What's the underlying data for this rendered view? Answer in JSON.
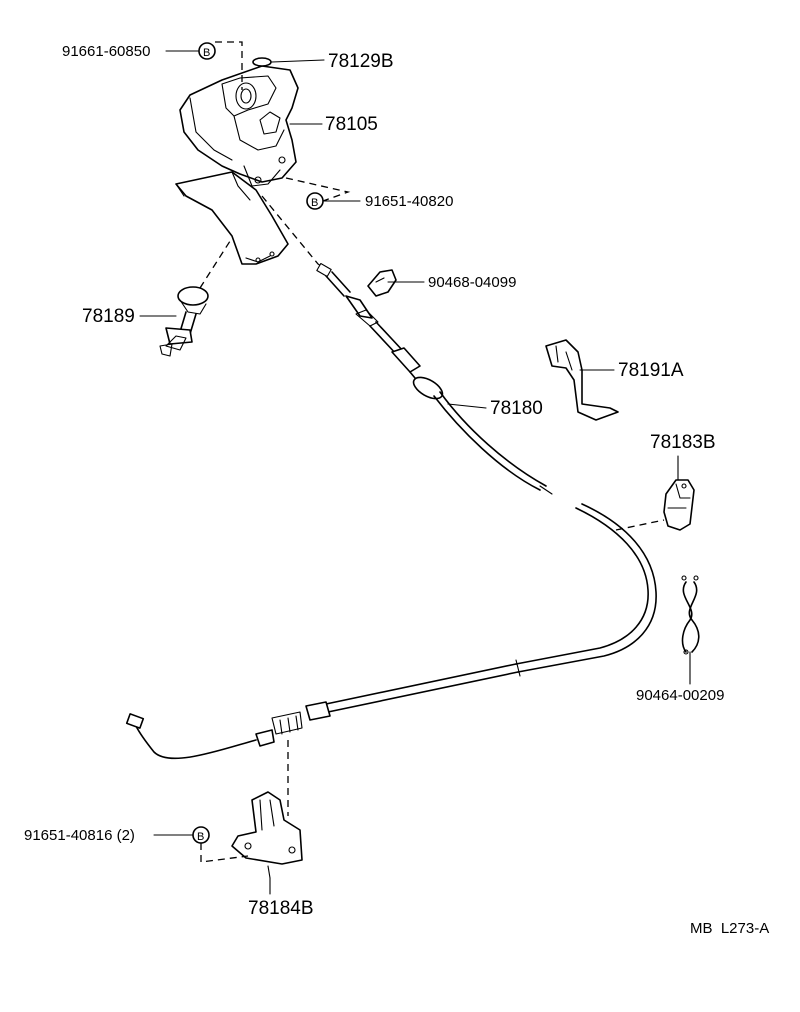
{
  "diagram": {
    "part_labels": {
      "p91661_60850": "91661-60850",
      "p78129B": "78129B",
      "p78105": "78105",
      "p91651_40820": "91651-40820",
      "p90468_04099": "90468-04099",
      "p78189": "78189",
      "p78191A": "78191A",
      "p78180": "78180",
      "p78183B": "78183B",
      "p90464_00209": "90464-00209",
      "p91651_40816": "91651-40816 (2)",
      "p78184B": "78184B"
    },
    "bolt_markers": {
      "marker1": "B",
      "marker2": "B",
      "marker3": "B"
    },
    "footer_code": "MB  L273-A"
  }
}
